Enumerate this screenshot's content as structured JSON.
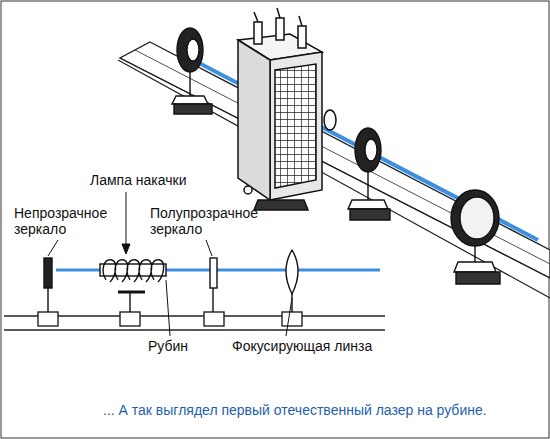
{
  "diagram": {
    "caption": "... А так выглядел первый отечественный лазер на рубине.",
    "labels": [
      "Лампа накачки",
      "Непрозрачное зеркало",
      "Полупрозрачное зеркало",
      "Рубин",
      "Фокусирующая линза"
    ]
  }
}
